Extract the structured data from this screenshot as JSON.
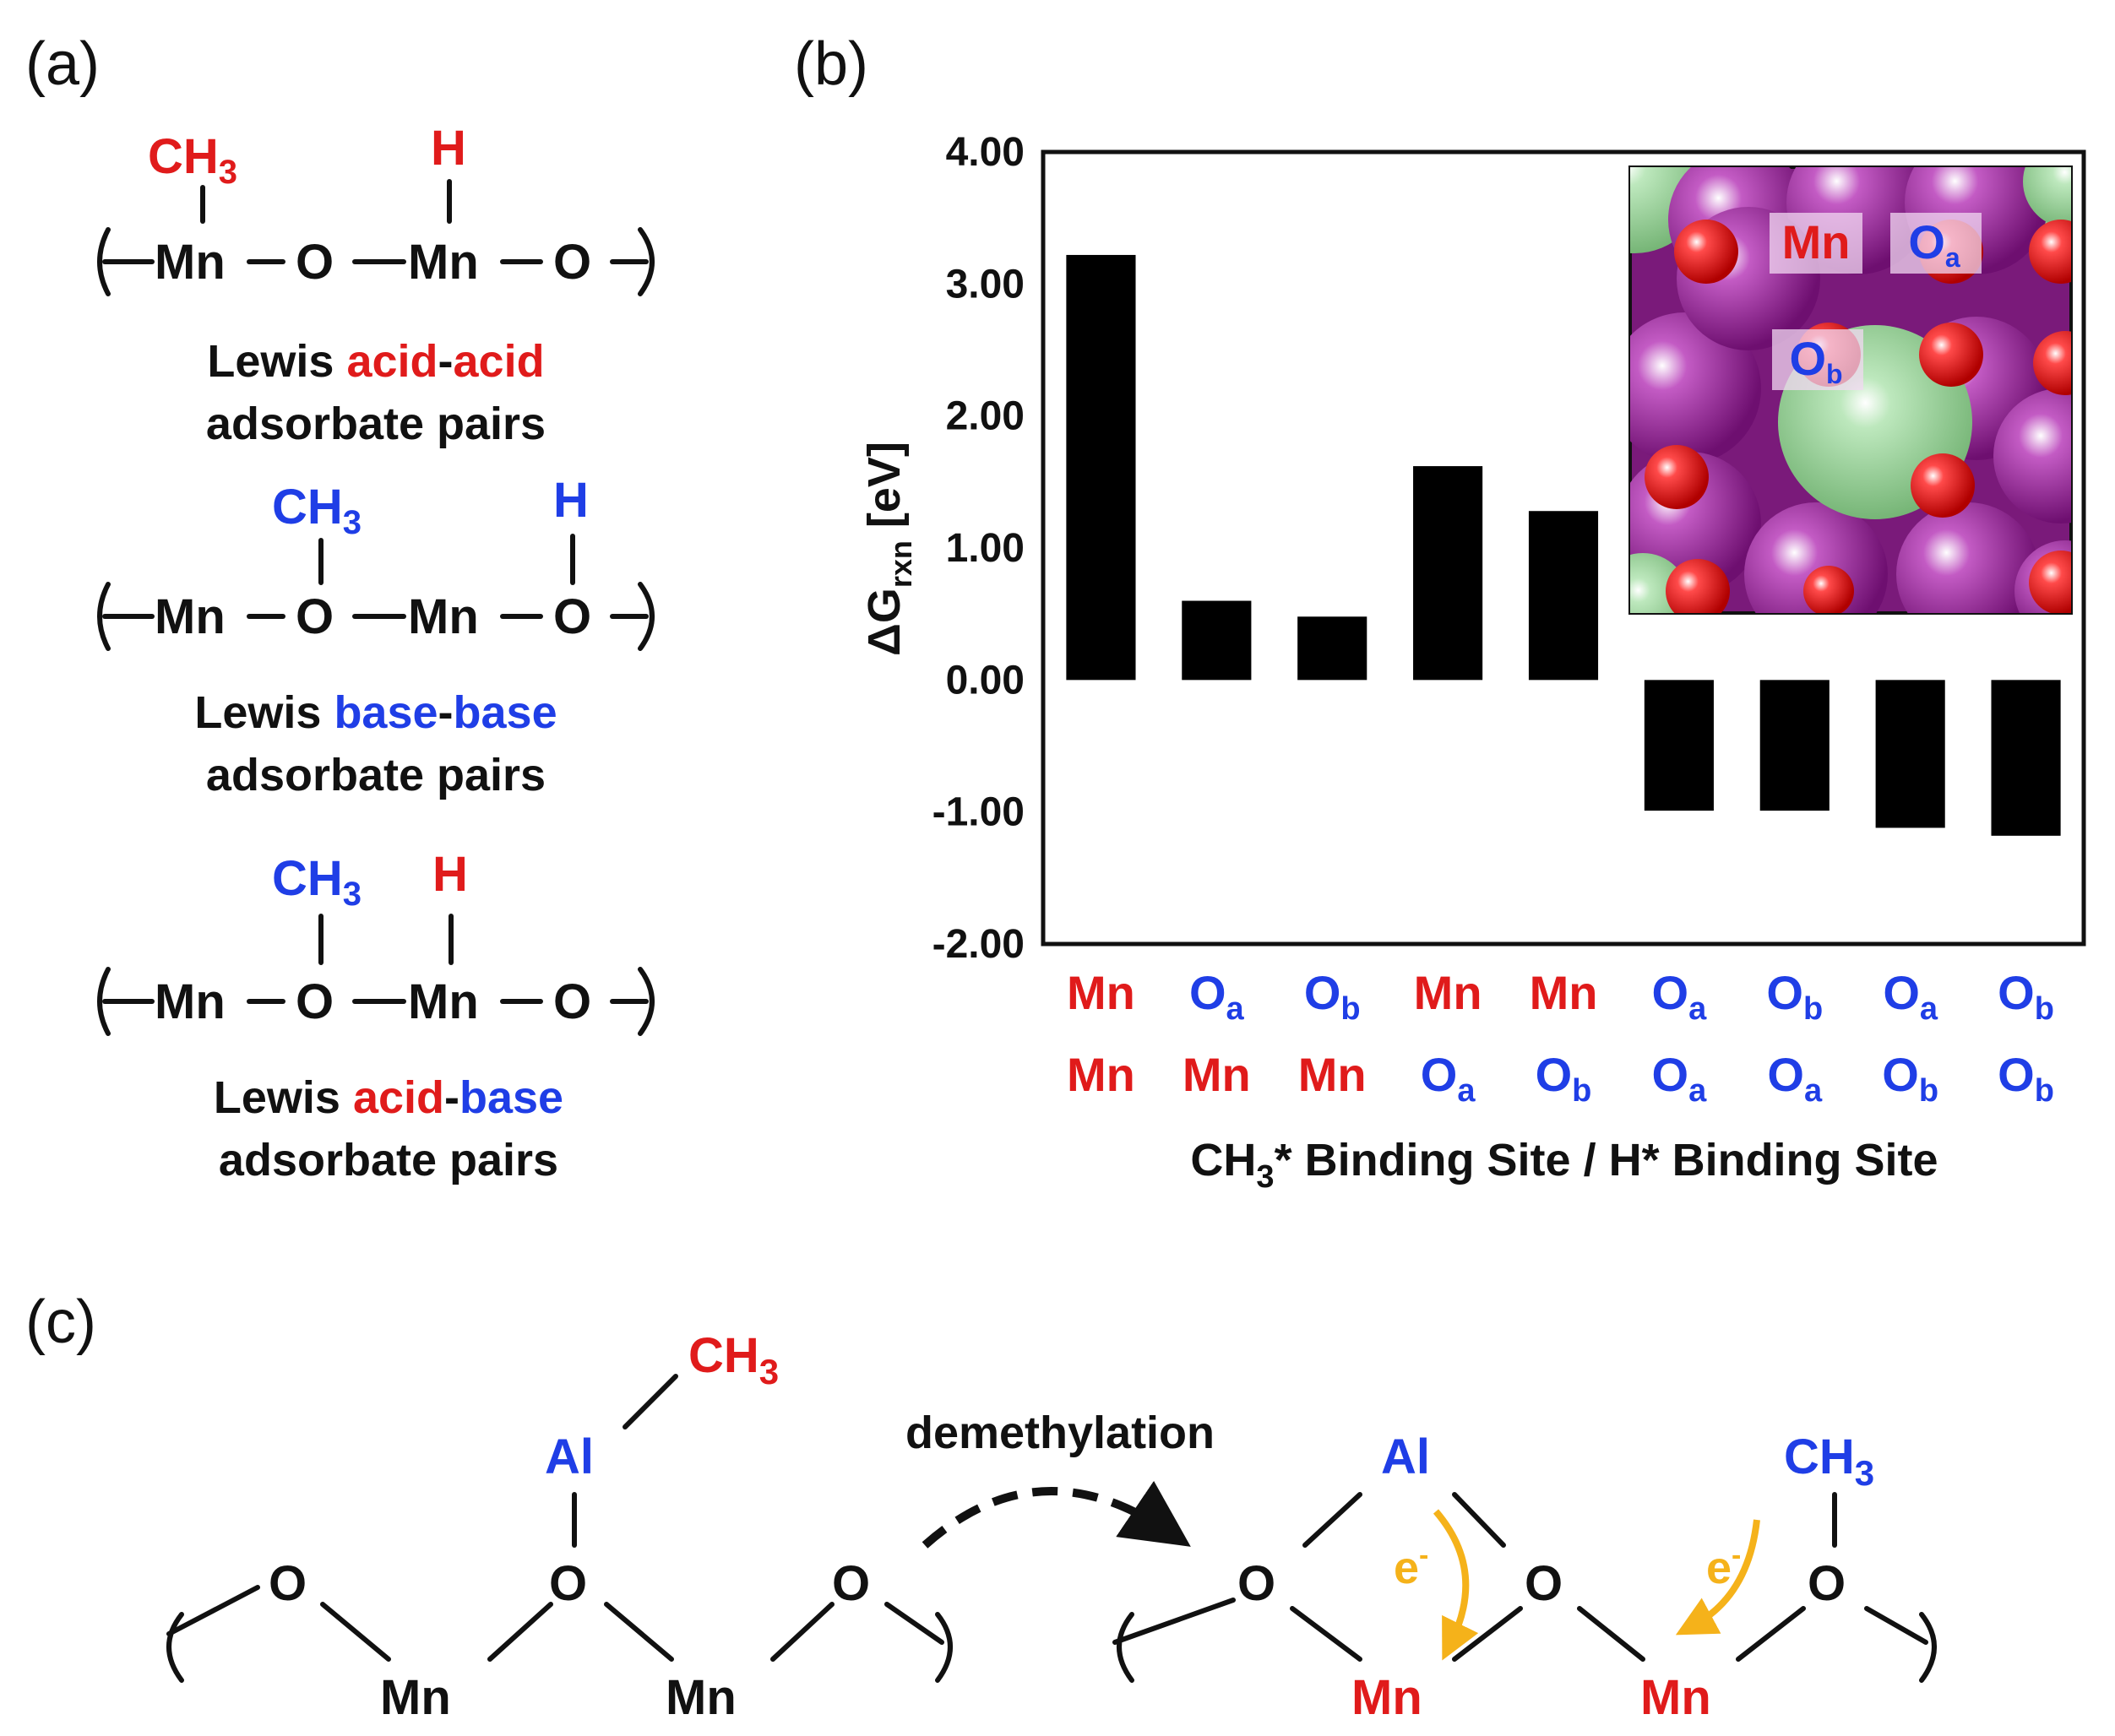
{
  "panel_labels": {
    "a": "(a)",
    "b": "(b)",
    "c": "(c)"
  },
  "panel_a": {
    "structures": [
      {
        "ch3": "CH",
        "ch3_sub": "3",
        "h": "H",
        "caption_line1": [
          "Lewis ",
          "acid",
          "-",
          "acid"
        ],
        "caption_line2": "adsorbate pairs"
      },
      {
        "ch3": "CH",
        "ch3_sub": "3",
        "h": "H",
        "caption_line1": [
          "Lewis ",
          "base",
          "-",
          "base"
        ],
        "caption_line2": "adsorbate pairs"
      },
      {
        "ch3": "CH",
        "ch3_sub": "3",
        "h": "H",
        "caption_line1": [
          "Lewis ",
          "acid",
          "-",
          "base"
        ],
        "caption_line2": "adsorbate pairs"
      }
    ],
    "chain_atoms": [
      "Mn",
      "O",
      "Mn",
      "O"
    ]
  },
  "chart_data": {
    "type": "bar",
    "ylabel": "ΔG",
    "ylabel_sub": "rxn",
    "ylabel_unit": " [eV]",
    "ylim": [
      -2.0,
      4.0
    ],
    "yticks": [
      "4.00",
      "3.00",
      "2.00",
      "1.00",
      "0.00",
      "-1.00",
      "-2.00"
    ],
    "ytick_values": [
      4,
      3,
      2,
      1,
      0,
      -1,
      -2
    ],
    "xlabel": "CH",
    "xlabel_sub": "3",
    "xlabel_rest": "* Binding Site / H* Binding Site",
    "categories": [
      {
        "ch3_site": "Mn",
        "ch3_sub": "",
        "h_site": "Mn",
        "h_sub": ""
      },
      {
        "ch3_site": "O",
        "ch3_sub": "a",
        "h_site": "Mn",
        "h_sub": ""
      },
      {
        "ch3_site": "O",
        "ch3_sub": "b",
        "h_site": "Mn",
        "h_sub": ""
      },
      {
        "ch3_site": "Mn",
        "ch3_sub": "",
        "h_site": "O",
        "h_sub": "a"
      },
      {
        "ch3_site": "Mn",
        "ch3_sub": "",
        "h_site": "O",
        "h_sub": "b"
      },
      {
        "ch3_site": "O",
        "ch3_sub": "a",
        "h_site": "O",
        "h_sub": "a"
      },
      {
        "ch3_site": "O",
        "ch3_sub": "b",
        "h_site": "O",
        "h_sub": "a"
      },
      {
        "ch3_site": "O",
        "ch3_sub": "a",
        "h_site": "O",
        "h_sub": "b"
      },
      {
        "ch3_site": "O",
        "ch3_sub": "b",
        "h_site": "O",
        "h_sub": "b"
      }
    ],
    "values": [
      3.22,
      0.6,
      0.48,
      1.62,
      1.28,
      -0.99,
      -0.99,
      -1.12,
      -1.18
    ],
    "bar_color": "#000000",
    "inset": {
      "labels": [
        {
          "text": "Mn",
          "sub": ""
        },
        {
          "text": "O",
          "sub": "a"
        },
        {
          "text": "O",
          "sub": "b"
        }
      ]
    }
  },
  "panel_c": {
    "left": {
      "ch3": "CH",
      "ch3_sub": "3",
      "al": "Al",
      "o": "O",
      "mn": "Mn"
    },
    "arrow_label": "demethylation",
    "right": {
      "al": "Al",
      "ch3": "CH",
      "ch3_sub": "3",
      "o": "O",
      "mn": "Mn",
      "electron": "e",
      "electron_sup": "-"
    }
  },
  "colors": {
    "acid_red": "#e01b1b",
    "base_blue": "#1f3ee6",
    "electron_orange": "#f5b21a",
    "mn_purple": "#8b1a8c",
    "o_red": "#e8141b",
    "al_green": "#8ed08e"
  }
}
